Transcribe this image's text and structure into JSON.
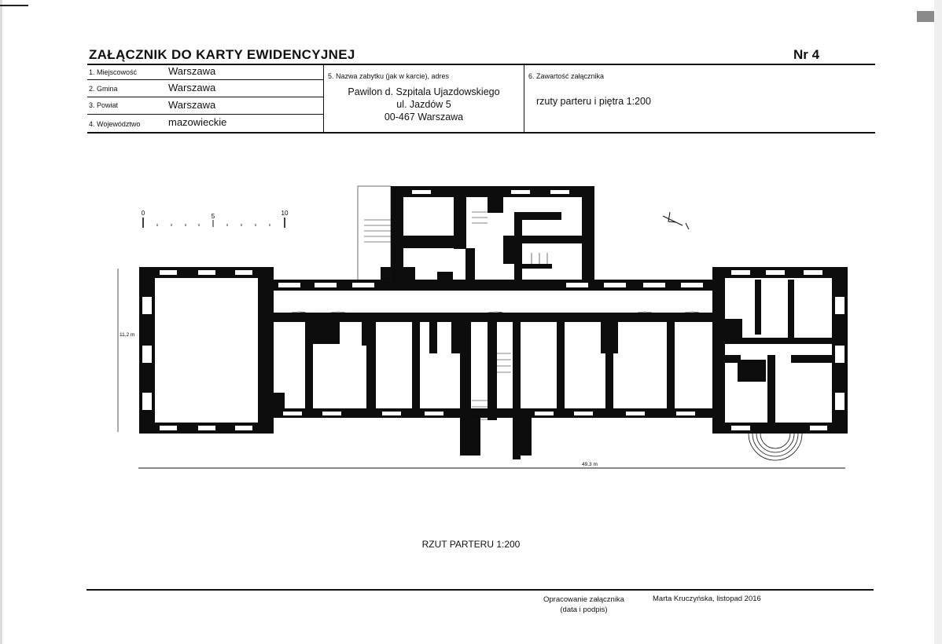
{
  "header": {
    "title": "ZAŁĄCZNIK DO KARTY EWIDENCYJNEJ",
    "number": "Nr  4"
  },
  "location_fields": [
    {
      "label": "1. Miejscowość",
      "value": "Warszawa"
    },
    {
      "label": "2. Gmina",
      "value": "Warszawa"
    },
    {
      "label": "3. Powiat",
      "value": "Warszawa"
    },
    {
      "label": "4. Województwo",
      "value": "mazowieckie"
    }
  ],
  "monument": {
    "label": "5. Nazwa zabytku (jak w karcie), adres",
    "name": "Pawilon d. Szpitala Ujazdowskiego",
    "street": "ul. Jazdów 5",
    "postal": "00-467 Warszawa"
  },
  "contents": {
    "label": "6. Zawartość załącznika",
    "value": "rzuty parteru i piętra 1:200"
  },
  "plan": {
    "title": "RZUT PARTERU 1:200",
    "scale_labels": [
      "0",
      "5",
      "10"
    ],
    "width_dimension": "49,3 m",
    "height_dimension": "11,2 m"
  },
  "footer": {
    "label_line1": "Opracowanie załącznika",
    "label_line2": "(data i podpis)",
    "author": "Marta Kruczyńska, listopad 2016"
  },
  "colors": {
    "ink": "#111111",
    "wall": "#0d0d0d"
  }
}
